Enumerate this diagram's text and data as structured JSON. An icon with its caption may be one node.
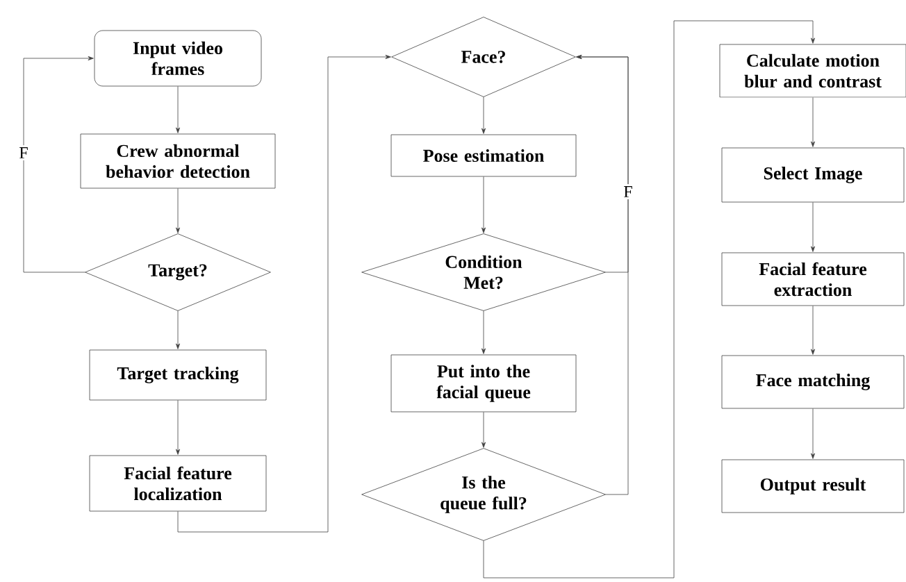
{
  "diagram": {
    "nodes": [
      {
        "text": [
          "Input video frames"
        ]
      },
      {
        "text": [
          "Crew abnormal behavior detection"
        ]
      },
      {
        "text": [
          "Target?"
        ]
      },
      {
        "text": [
          "Target tracking"
        ]
      },
      {
        "text": [
          "Facial feature localization"
        ]
      },
      {
        "text": [
          "Face?"
        ]
      },
      {
        "text": [
          "Pose estimation"
        ]
      },
      {
        "text": [
          "Condition Met?"
        ]
      },
      {
        "text": [
          "Put into the facial queue"
        ]
      },
      {
        "text": [
          "Is the queue full?"
        ]
      },
      {
        "text": [
          "Calculate motion blur and contrast"
        ]
      },
      {
        "text": [
          "Select Image"
        ]
      },
      {
        "text": [
          "Facial feature extraction"
        ]
      },
      {
        "text": [
          "Face matching"
        ]
      },
      {
        "text": [
          "Output result"
        ]
      }
    ],
    "edges": [
      {
        "from": 0,
        "to": 1,
        "arrow": "to"
      },
      {
        "from": 1,
        "to": 2,
        "arrow": "to"
      },
      {
        "from": 2,
        "to": 0,
        "arrow": "to",
        "label": "F"
      },
      {
        "from": 2,
        "to": 3,
        "arrow": "to"
      },
      {
        "from": 3,
        "to": 4,
        "arrow": "to"
      },
      {
        "from": 4,
        "to": 5,
        "arrow": "to"
      },
      {
        "from": 5,
        "to": 6,
        "arrow": "to"
      },
      {
        "from": 6,
        "to": 7,
        "arrow": "to"
      },
      {
        "from": 7,
        "to": 5,
        "arrow": "to",
        "label": "F"
      },
      {
        "from": 7,
        "to": 8,
        "arrow": "to"
      },
      {
        "from": 8,
        "to": 9,
        "arrow": "to"
      },
      {
        "from": 9,
        "to": 5,
        "arrow": "to"
      },
      {
        "from": 9,
        "to": 10,
        "arrow": "to"
      },
      {
        "from": 10,
        "to": 11,
        "arrow": "to"
      },
      {
        "from": 11,
        "to": 12,
        "arrow": "to"
      },
      {
        "from": 12,
        "to": 13,
        "arrow": "to"
      },
      {
        "from": 13,
        "to": 14,
        "arrow": "to"
      }
    ]
  }
}
